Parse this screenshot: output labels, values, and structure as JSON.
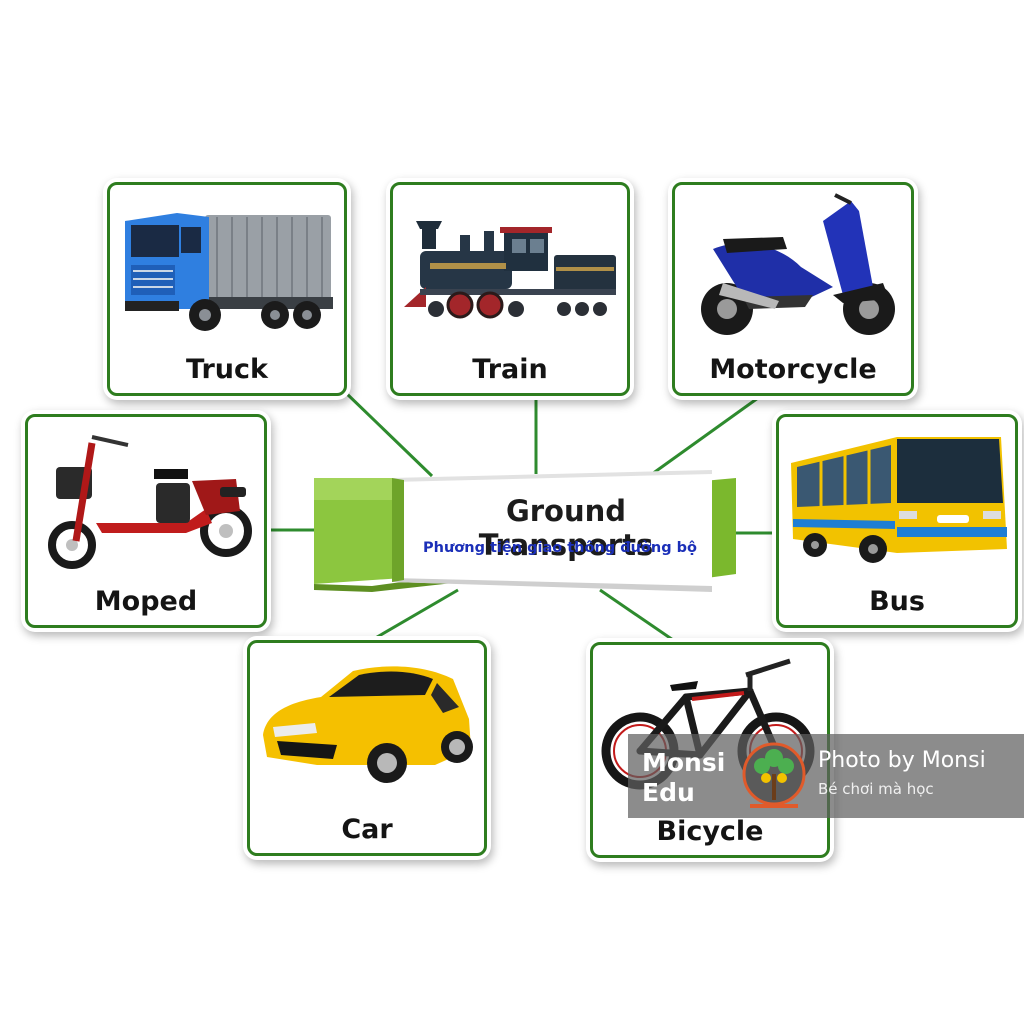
{
  "center": {
    "title": "Ground  Transports",
    "subtitle": "Phương tiện giao thông đường bộ"
  },
  "vehicles": [
    {
      "label": "Truck",
      "icon": "truck-icon"
    },
    {
      "label": "Train",
      "icon": "steam-train-icon"
    },
    {
      "label": "Motorcycle",
      "icon": "motorcycle-icon"
    },
    {
      "label": "Moped",
      "icon": "moped-icon"
    },
    {
      "label": "Bus",
      "icon": "bus-icon"
    },
    {
      "label": "Car",
      "icon": "car-icon"
    },
    {
      "label": "Bicycle",
      "icon": "bicycle-icon"
    }
  ],
  "watermark": {
    "brand_line1": "Monsi",
    "brand_line2": "Edu",
    "credit": "Photo by Monsi",
    "tagline": "Bé chơi mà học",
    "logo_text": "MonsiEdu"
  },
  "colors": {
    "card_border": "#2e7d1f",
    "connector": "#2e8b2e",
    "ribbon": "#7bb82d",
    "subtitle": "#1b2fb8"
  }
}
